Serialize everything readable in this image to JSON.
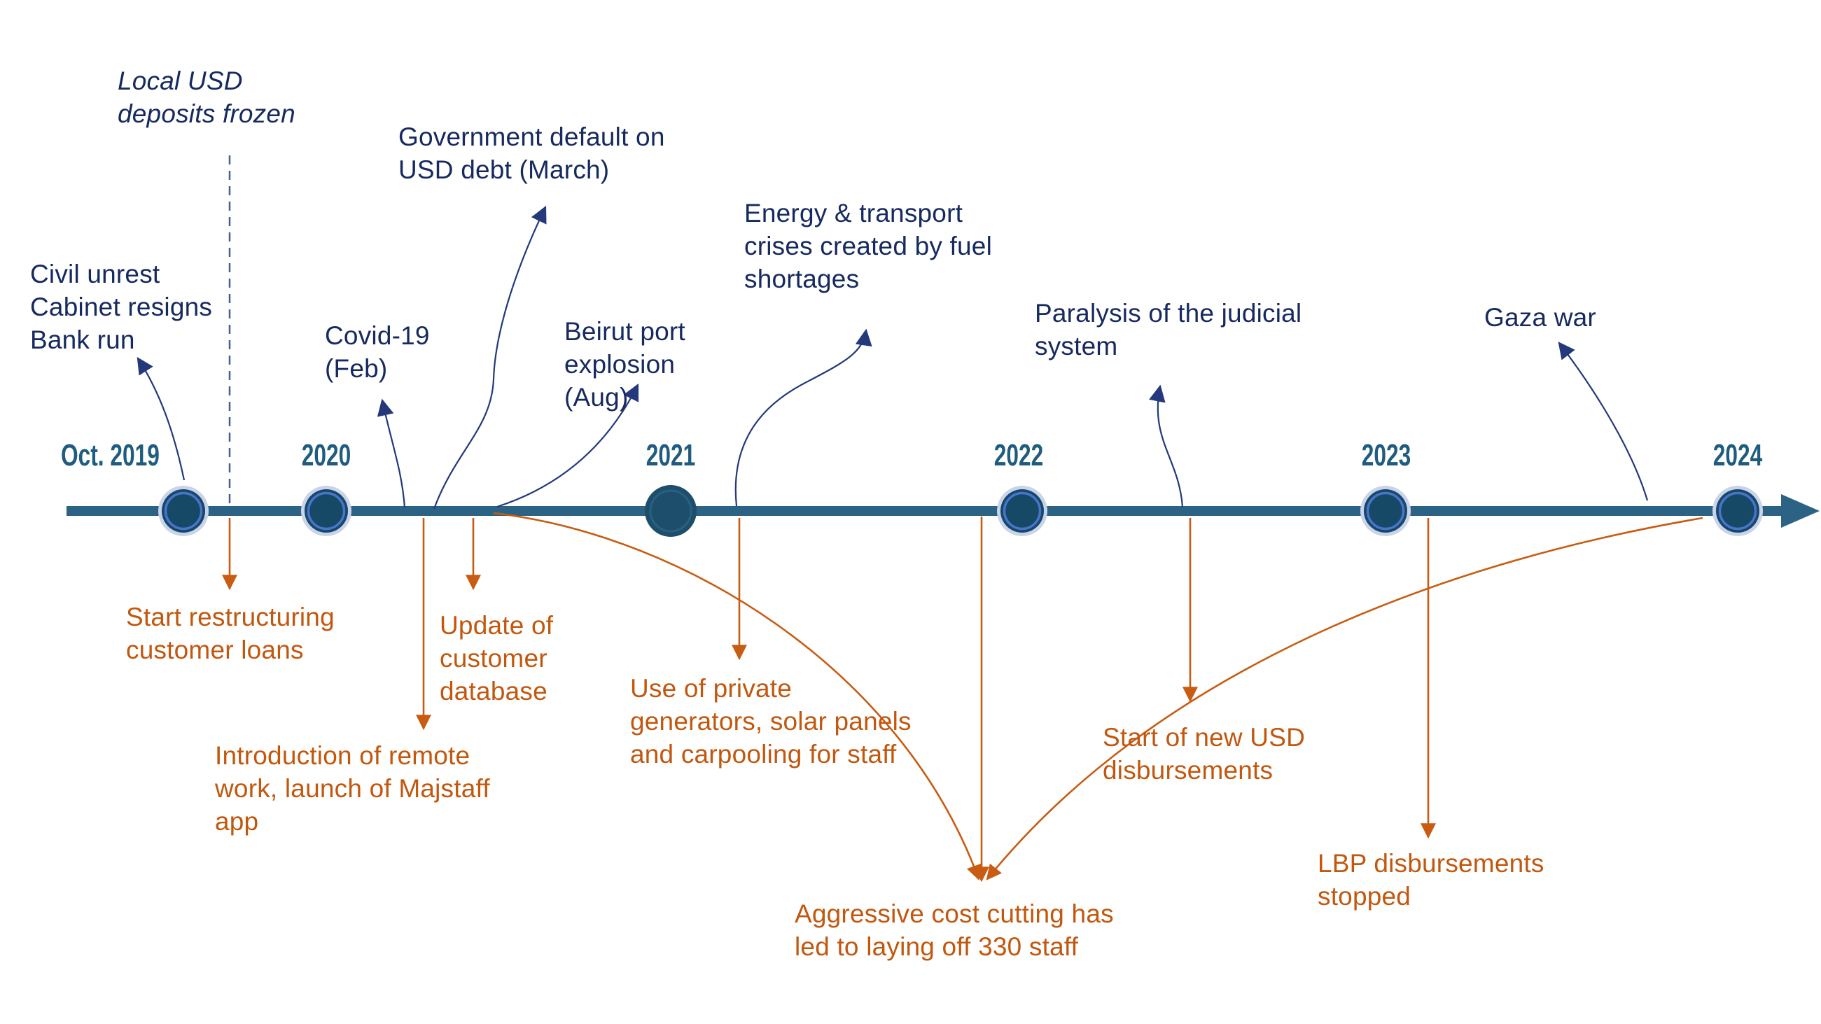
{
  "palette": {
    "text-navy": "#172a60",
    "text-orange": "#c2570e",
    "text-year": "#1f5c7e",
    "bar": "#2c6385",
    "dashed": "#47618c",
    "arrow-navy": "#23397b",
    "arrow-orange": "#c75c12",
    "dot-halo": "#cad3ea",
    "dot-fill": "#154966",
    "dot-ring": "#4a73cd",
    "dot2021-fill": "#1d4f6c",
    "dot2021-ring": "#2a607e"
  },
  "timeline": {
    "years": [
      "Oct. 2019",
      "2020",
      "2021",
      "2022",
      "2023",
      "2024"
    ]
  },
  "annotations": {
    "frozen": {
      "lines": [
        "Local USD",
        "deposits frozen"
      ]
    },
    "civil": {
      "lines": [
        "Civil unrest",
        "Cabinet resigns",
        "Bank run"
      ]
    },
    "covid": {
      "lines": [
        "Covid-19",
        "(Feb)"
      ]
    },
    "default": {
      "lines": [
        "Government default on",
        "USD debt (March)"
      ]
    },
    "beirut": {
      "lines": [
        "Beirut port",
        "explosion",
        "(Aug)"
      ]
    },
    "energy": {
      "lines": [
        "Energy & transport",
        "crises created by fuel",
        "shortages"
      ]
    },
    "judicial": {
      "lines": [
        "Paralysis of the judicial",
        "system"
      ]
    },
    "gaza": {
      "lines": [
        "Gaza war"
      ]
    },
    "restructuring": {
      "lines": [
        "Start restructuring",
        "customer loans"
      ]
    },
    "database": {
      "lines": [
        "Update of",
        "customer",
        "database"
      ]
    },
    "remote": {
      "lines": [
        "Introduction of remote",
        "work, launch of Majstaff",
        "app"
      ]
    },
    "generators": {
      "lines": [
        "Use of private",
        "generators, solar panels",
        "and carpooling for staff"
      ]
    },
    "costcutting": {
      "lines": [
        "Aggressive cost cutting has",
        "led to laying off 330 staff"
      ]
    },
    "usd": {
      "lines": [
        "Start of new USD",
        "disbursements"
      ]
    },
    "lbp": {
      "lines": [
        "LBP disbursements",
        "stopped"
      ]
    }
  }
}
